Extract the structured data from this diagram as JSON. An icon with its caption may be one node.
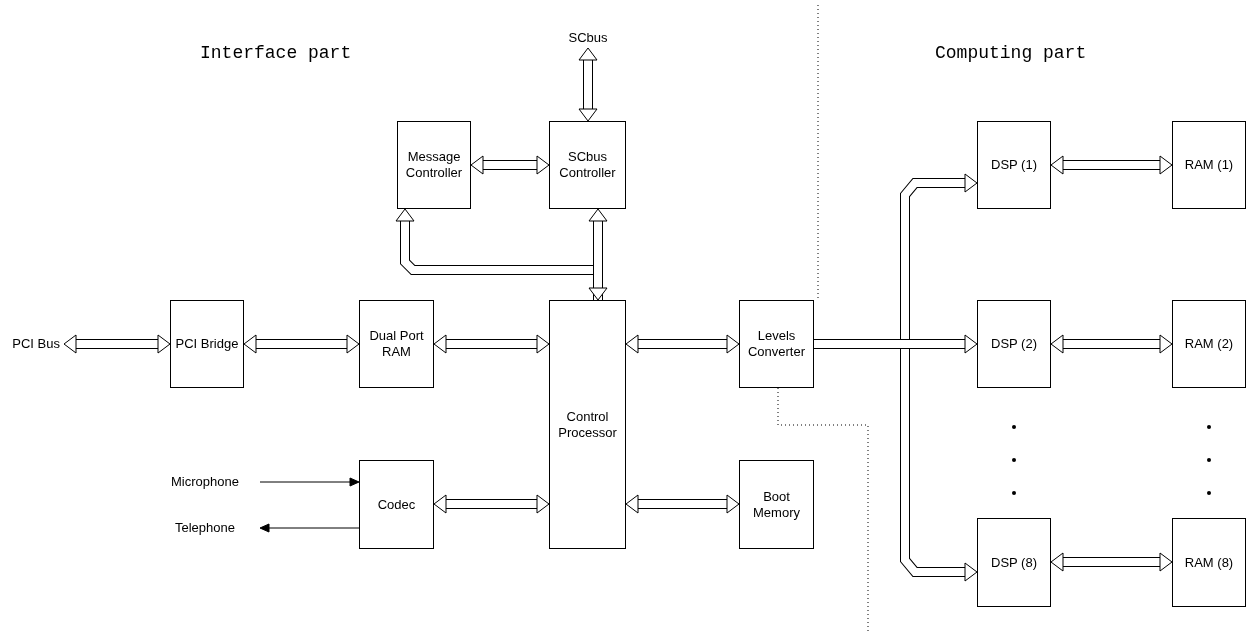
{
  "diagram": {
    "nodes": [
      {
        "text": [
          "Message Controller"
        ]
      },
      {
        "text": [
          "SCbus Controller"
        ]
      },
      {
        "text": [
          "PCI Bridge"
        ]
      },
      {
        "text": [
          "Dual Port RAM"
        ]
      },
      {
        "text": [
          "Control Processor"
        ]
      },
      {
        "text": [
          "Levels Converter"
        ]
      },
      {
        "text": [
          "Codec"
        ]
      },
      {
        "text": [
          "Boot Memory"
        ]
      },
      {
        "text": [
          "DSP (1)"
        ]
      },
      {
        "text": [
          "RAM (1)"
        ]
      },
      {
        "text": [
          "DSP (2)"
        ]
      },
      {
        "text": [
          "RAM (2)"
        ]
      },
      {
        "text": [
          "DSP (8)"
        ]
      },
      {
        "text": [
          "RAM (8)"
        ]
      },
      {
        "text": [
          "SCbus"
        ]
      },
      {
        "text": [
          "PCI Bus"
        ]
      },
      {
        "text": [
          "Microphone"
        ]
      },
      {
        "text": [
          "Telephone"
        ]
      }
    ],
    "edges": [
      {
        "from": 14,
        "to": 1,
        "arrow": "both"
      },
      {
        "from": 0,
        "to": 1,
        "arrow": "both"
      },
      {
        "from": 1,
        "to": 4,
        "arrow": "both"
      },
      {
        "from": 4,
        "to": 0,
        "arrow": "to"
      },
      {
        "from": 15,
        "to": 2,
        "arrow": "both"
      },
      {
        "from": 2,
        "to": 3,
        "arrow": "both"
      },
      {
        "from": 3,
        "to": 4,
        "arrow": "both"
      },
      {
        "from": 4,
        "to": 5,
        "arrow": "both"
      },
      {
        "from": 6,
        "to": 4,
        "arrow": "both"
      },
      {
        "from": 4,
        "to": 7,
        "arrow": "both"
      },
      {
        "from": 16,
        "to": 6,
        "arrow": "to"
      },
      {
        "from": 6,
        "to": 17,
        "arrow": "to"
      },
      {
        "from": 5,
        "to": 8,
        "arrow": "to"
      },
      {
        "from": 5,
        "to": 12,
        "arrow": "to"
      },
      {
        "from": 5,
        "to": 10,
        "arrow": "to"
      },
      {
        "from": 8,
        "to": 9,
        "arrow": "both"
      },
      {
        "from": 10,
        "to": 11,
        "arrow": "both"
      },
      {
        "from": 12,
        "to": 13,
        "arrow": "both"
      }
    ],
    "labels": [
      "Interface part",
      "Computing part"
    ]
  }
}
